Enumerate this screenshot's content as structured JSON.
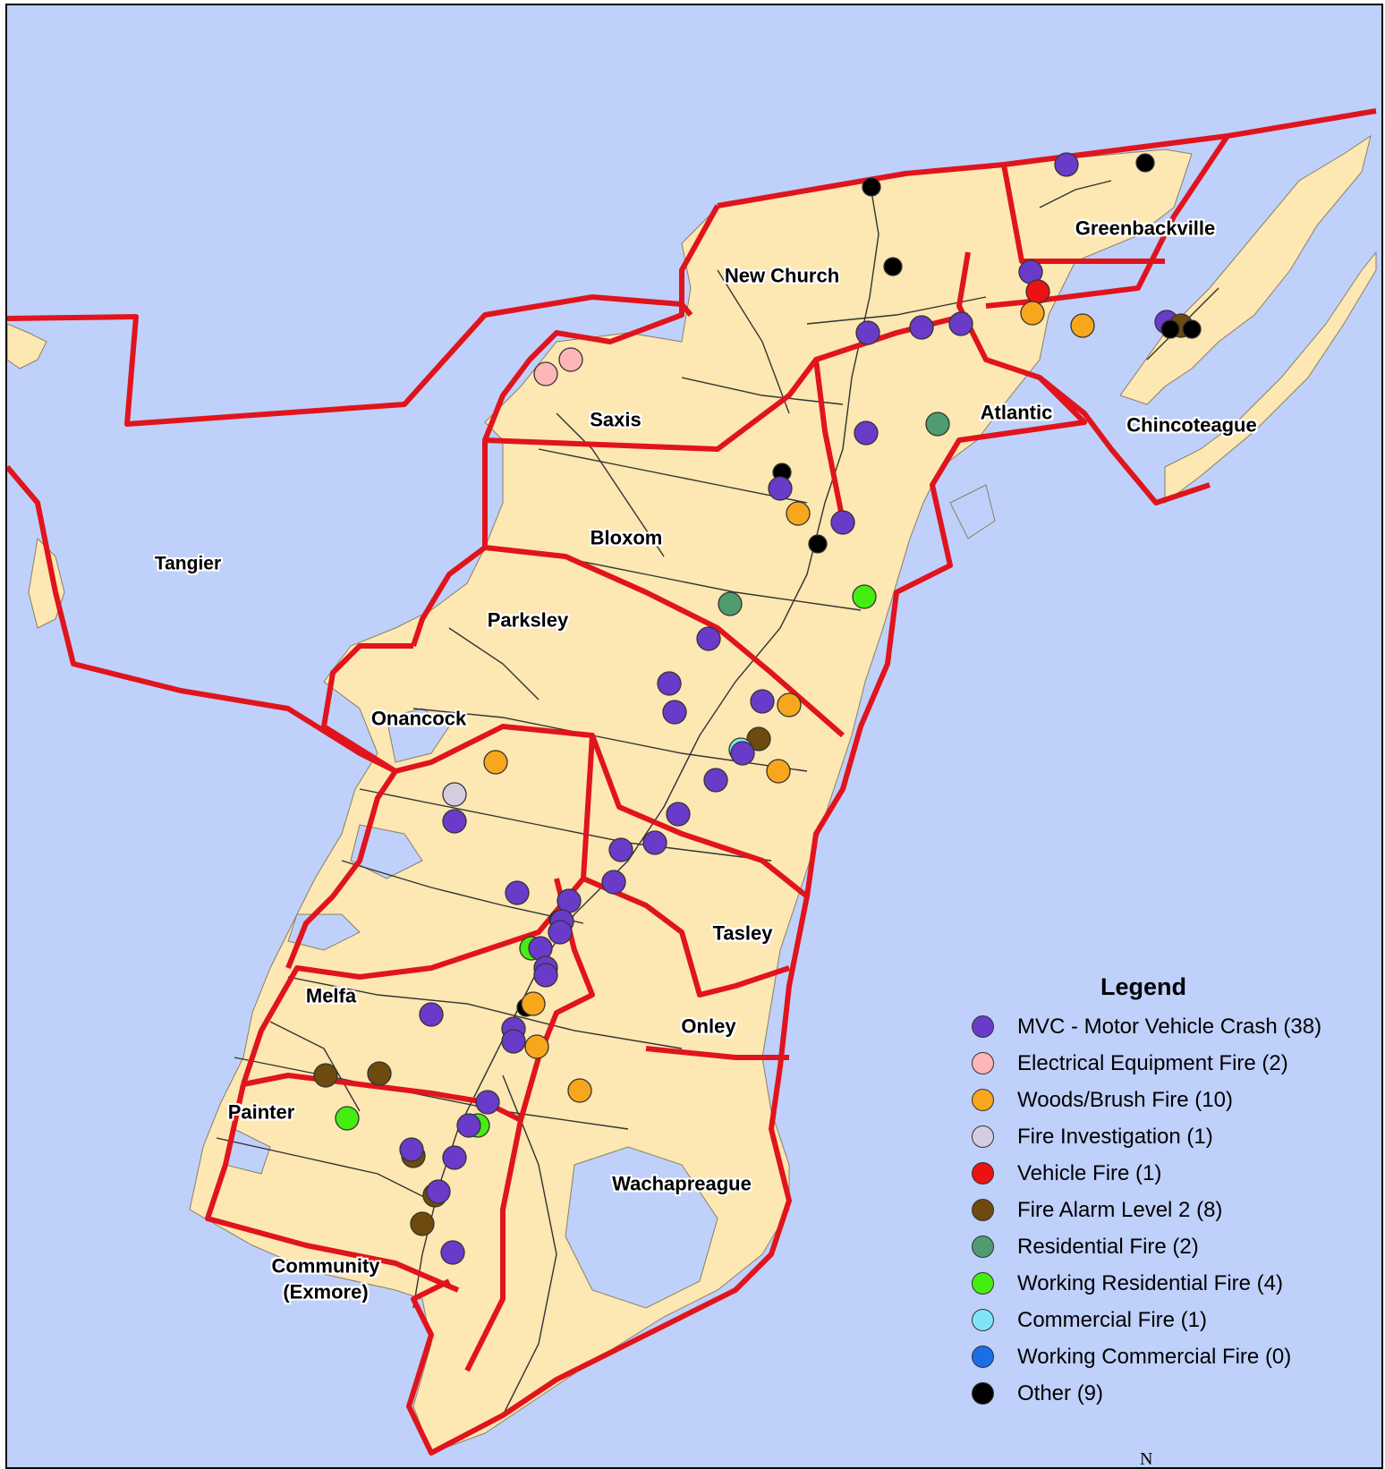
{
  "map": {
    "colors": {
      "water": "#bfd0fb",
      "land": "#fde7b2",
      "boundary": "#e0141c",
      "roads": "#333333"
    },
    "region_labels": [
      {
        "id": "greenbackville",
        "text": "Greenbackville"
      },
      {
        "id": "new-church",
        "text": "New Church"
      },
      {
        "id": "saxis",
        "text": "Saxis"
      },
      {
        "id": "atlantic",
        "text": "Atlantic"
      },
      {
        "id": "chincoteague",
        "text": "Chincoteague"
      },
      {
        "id": "bloxom",
        "text": "Bloxom"
      },
      {
        "id": "tangier",
        "text": "Tangier"
      },
      {
        "id": "parksley",
        "text": "Parksley"
      },
      {
        "id": "onancock",
        "text": "Onancock"
      },
      {
        "id": "tasley",
        "text": "Tasley"
      },
      {
        "id": "melfa",
        "text": "Melfa"
      },
      {
        "id": "onley",
        "text": "Onley"
      },
      {
        "id": "painter",
        "text": "Painter"
      },
      {
        "id": "wachapreague",
        "text": "Wachapreague"
      },
      {
        "id": "community",
        "text": "Community\n(Exmore)"
      }
    ],
    "north_arrow_label": "N"
  },
  "legend": {
    "title": "Legend",
    "items": [
      {
        "key": "mvc",
        "label": "MVC - Motor Vehicle Crash (38)",
        "color": "#6a3bc8"
      },
      {
        "key": "electrical",
        "label": "Electrical Equipment Fire (2)",
        "color": "#ffb6b9"
      },
      {
        "key": "woods",
        "label": "Woods/Brush Fire (10)",
        "color": "#f8a61c"
      },
      {
        "key": "investigation",
        "label": "Fire Investigation (1)",
        "color": "#d6cce0"
      },
      {
        "key": "vehicle",
        "label": "Vehicle Fire (1)",
        "color": "#ee1111"
      },
      {
        "key": "alarm2",
        "label": "Fire Alarm Level 2 (8)",
        "color": "#6e4a0e"
      },
      {
        "key": "residential",
        "label": "Residential Fire (2)",
        "color": "#4e9c70"
      },
      {
        "key": "working_residential",
        "label": "Working Residential Fire (4)",
        "color": "#44ee11"
      },
      {
        "key": "commercial",
        "label": "Commercial Fire (1)",
        "color": "#7fe6f5"
      },
      {
        "key": "working_commercial",
        "label": "Working Commercial Fire (0)",
        "color": "#1a6ee8"
      },
      {
        "key": "other",
        "label": "Other (9)",
        "color": "#000000"
      }
    ]
  }
}
